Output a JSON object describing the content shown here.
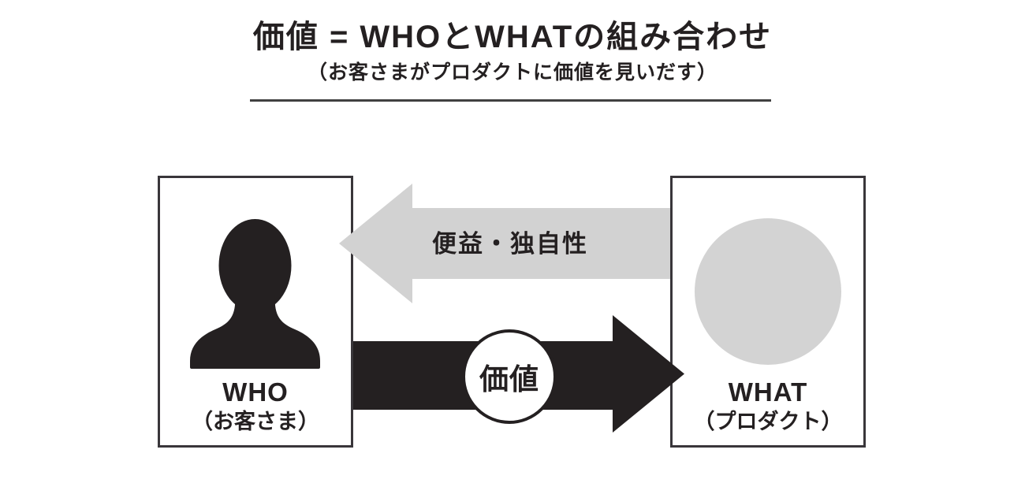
{
  "header": {
    "title": "価値 = WHOとWHATの組み合わせ",
    "subtitle": "（お客さまがプロダクトに価値を見いだす）"
  },
  "who_box": {
    "label": "WHO",
    "sublabel": "（お客さま）",
    "icon": "person-silhouette-icon"
  },
  "what_box": {
    "label": "WHAT",
    "sublabel": "（プロダクト）",
    "icon": "product-circle-icon"
  },
  "benefit_arrow": {
    "label": "便益・独自性",
    "direction": "right-to-left",
    "color": "#d2d2d2"
  },
  "value_arrow": {
    "label": "価値",
    "direction": "left-to-right",
    "color": "#242021"
  },
  "colors": {
    "ink": "#242021",
    "arrow_gray": "#d2d2d2",
    "circle_gray": "#d3d3d3",
    "background": "#ffffff"
  }
}
